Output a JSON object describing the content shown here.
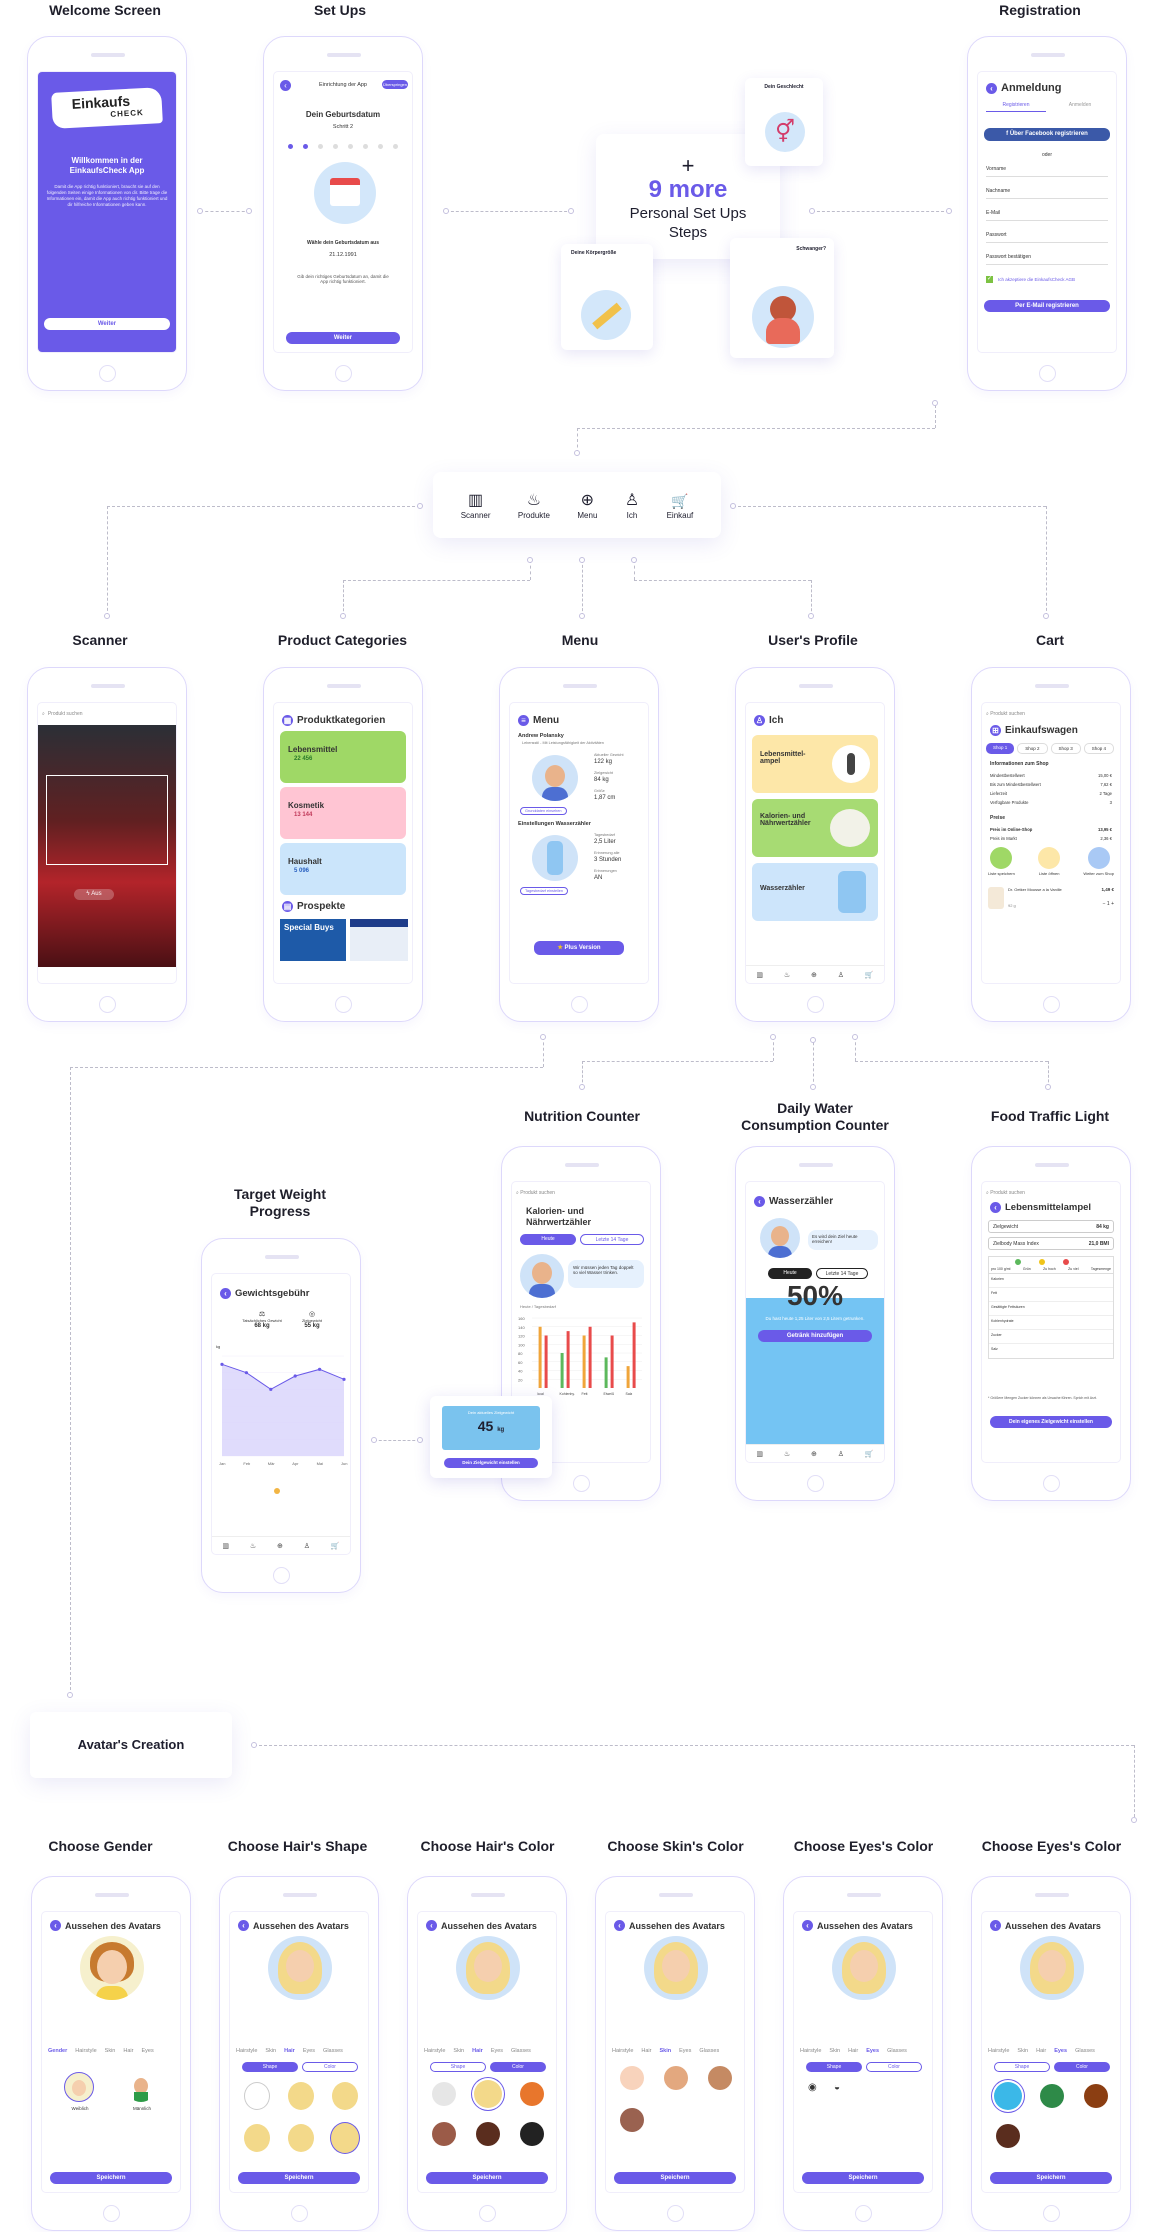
{
  "labels": {
    "welcome": "Welcome Screen",
    "setups": "Set Ups",
    "registration": "Registration",
    "scanner": "Scanner",
    "categories": "Product Categories",
    "menu": "Menu",
    "profile": "User's Profile",
    "cart": "Cart",
    "nutrition": "Nutrition Counter",
    "water": "Daily Water Consumption Counter",
    "traffic": "Food Traffic Light",
    "weight": "Target Weight Progress",
    "avatar_creation": "Avatar's Creation",
    "gender": "Choose Gender",
    "hair_shape": "Choose Hair's Shape",
    "hair_color": "Choose Hair's Color",
    "skin": "Choose Skin's Color",
    "eyes1": "Choose Eyes's Color",
    "eyes2": "Choose Eyes's Color"
  },
  "welcome": {
    "logo_top": "Einkaufs",
    "logo_bottom": "CHECK",
    "title": "Willkommen in der EinkaufsCheck App",
    "body": "Damit die App richtig funktioniert, braucht sie auf den folgenden Seiten einige Informationen von dir. Bitte trage die Informationen ein, damit die App auch richtig funktioniert und dir hilfreiche Informationen geben kann.",
    "button": "Weiter"
  },
  "setup": {
    "header": "Einrichtung der App",
    "skip": "Überspringen",
    "title": "Dein Geburtsdatum",
    "step": "Schritt 2",
    "question": "Wähle dein Geburtsdatum aus",
    "date": "21.12.1991",
    "note": "Gib dein richtiges Geburtsdatum an, damit die App richtig funktioniert.",
    "button": "Weiter"
  },
  "more": {
    "plus": "+",
    "count": "9 more",
    "line1": "Personal Set Ups",
    "line2": "Steps",
    "card1": "Dein Geschlecht",
    "card2": "Deine Körpergröße",
    "card3": "Schwanger?"
  },
  "reg": {
    "title": "Anmeldung",
    "tab1": "Registrieren",
    "tab2": "Anmelden",
    "facebook": "Über Facebook registrieren",
    "or": "oder",
    "f1": "Vorname",
    "f2": "Nachname",
    "f3": "E-Mail",
    "f4": "Passwort",
    "f5": "Passwort bestätigen",
    "agb": "Ich akzeptiere die EinkaufsCheck AGB",
    "button": "Per E-Mail registrieren"
  },
  "nav": {
    "items": [
      {
        "icon": "barcode-icon",
        "label": "Scanner",
        "glyph": "▥"
      },
      {
        "icon": "food-icon",
        "label": "Produkte",
        "glyph": "♨"
      },
      {
        "icon": "plus-circle-icon",
        "label": "Menu",
        "glyph": "⊕"
      },
      {
        "icon": "person-icon",
        "label": "Ich",
        "glyph": "♙"
      },
      {
        "icon": "cart-icon",
        "label": "Einkauf",
        "glyph": "🛒"
      }
    ]
  },
  "scanner": {
    "search": "Produkt suchen",
    "light": "Aus"
  },
  "cats": {
    "title": "Produktkategorien",
    "c1": "Lebensmittel",
    "c1n": "22 456",
    "c2": "Kosmetik",
    "c2n": "13 144",
    "c3": "Haushalt",
    "c3n": "5 096",
    "prospekte": "Prospekte",
    "flyer": "Special Buys"
  },
  "menu": {
    "title": "Menu",
    "name": "Andrew Polansky",
    "sub": "Lebensstil - Mit Leistungsfähigkeit der Aktivitäten",
    "w1": "Aktueller Gewicht",
    "w1v": "122 kg",
    "w2": "Zielgewicht",
    "w2v": "84 kg",
    "w3": "Größe",
    "w3v": "1,87 cm",
    "btn1": "Grunddaten einsehen",
    "water": "Einstellungen Wasserzähler",
    "v1": "Tagesbedarf",
    "v1v": "2,5 Liter",
    "v2": "Erinnerung alle",
    "v2v": "3 Stunden",
    "v3": "Erinnerungen",
    "v3v": "AN",
    "btn2": "Tagesbedarf einstellen",
    "plus": "Plus Version"
  },
  "profile": {
    "title": "Ich",
    "c1": "Lebensmittel-ampel",
    "c2": "Kalorien- und Nährwertzähler",
    "c3": "Wasserzähler"
  },
  "cart": {
    "search": "Produkt suchen",
    "title": "Einkaufswagen",
    "shops": [
      "Shop 1",
      "Shop 2",
      "Shop 3",
      "Shop 4"
    ],
    "info": "Informationen zum Shop",
    "rows": [
      [
        "Mindestbestellwert",
        "15,00 €"
      ],
      [
        "Bis zum Mindestbestellwert",
        "7,62 €"
      ],
      [
        "Lieferzeit",
        "2 Tage"
      ],
      [
        "Verfügbare Produkte",
        "3"
      ]
    ],
    "price": "Preise",
    "p1": "Preis im Online-Shop",
    "p1v": "13,95 €",
    "p2": "Preis im Markt",
    "p2v": "2,36 €",
    "a1": "Liste speichern",
    "a2": "Liste öffnen",
    "a3": "Weiter zum Shop",
    "item": "Dr. Oetker Mousse a la Vanille",
    "qty": "1",
    "grams": "92 g",
    "itemp": "1,49 €"
  },
  "nutri": {
    "search": "Produkt suchen",
    "title": "Kalorien- und Nährwertzähler",
    "t1": "Heute",
    "t2": "Letzte 14 Tage",
    "tip": "Wir müssen jeden Tag doppelt so viel Wasser trinken.",
    "legend": "Heute / Tagesbedarf",
    "yticks": [
      "160",
      "140",
      "120",
      "100",
      "80",
      "60",
      "40",
      "20"
    ],
    "xcats": [
      "kcal",
      "Kohlenhy.",
      "Fett",
      "Eiweiß",
      "Salz"
    ],
    "popup_title": "Dein aktuelles Zielgewicht",
    "popup_val": "45",
    "popup_unit": "kg",
    "popup_btn": "Dein Zielgewicht einstellen"
  },
  "water": {
    "title": "Wasserzähler",
    "tip": "Es wird dein Ziel heute erreichen!",
    "t1": "Heute",
    "t2": "Letzte 14 Tage",
    "percent": "50%",
    "sub": "Du hast heute 1,25 Liter von 2,5 Litern getrunken.",
    "btn": "Getränk hinzufügen"
  },
  "traffic": {
    "search": "Produkt suchen",
    "title": "Lebensmittelampel",
    "r1": "Zielgewicht",
    "r1v": "84 kg",
    "r2": "Zielbody Mass Index",
    "r2v": "21,0 BMI",
    "cols": [
      "pro 100 g/ml",
      "Grün",
      "Zu hoch",
      "Zu viel",
      "Tagesmenge"
    ],
    "rows": [
      "Kalorien",
      "Fett",
      "Gesättigte Fettsäuren",
      "Kohlenhydrate",
      "Zucker",
      "Salz"
    ],
    "note": "* Größere Mengen Zucker können als Ursache führen. Sprich mit Arzt.",
    "btn": "Dein eigenes Zielgewicht einstellen"
  },
  "weight": {
    "title": "Gewichtsgebühr",
    "l1": "Tatsächliches Gewicht",
    "l1v": "68 kg",
    "l2": "Zielgewicht",
    "l2v": "55 kg",
    "ylabel": "kg",
    "months": [
      "Jan",
      "Feb",
      "Mär",
      "Apr",
      "Mai",
      "Jun"
    ]
  },
  "avatar": {
    "title": "Aussehen des Avatars",
    "tabs": [
      "Gender",
      "Hairstyle",
      "Skin",
      "Hair",
      "Eyes",
      "Glasses"
    ],
    "female": "Weiblich",
    "male": "Männlich",
    "shape": "Shape",
    "color": "Color",
    "save": "Speichern"
  },
  "chart_data": {
    "type": "bar",
    "categories": [
      "kcal",
      "Kohlenhy.",
      "Fett",
      "Eiweiß",
      "Salz"
    ],
    "series": [
      {
        "name": "Heute",
        "values": [
          140,
          80,
          120,
          70,
          50
        ]
      },
      {
        "name": "Tagesbedarf",
        "values": [
          120,
          130,
          140,
          120,
          150
        ]
      }
    ],
    "ylim": [
      0,
      160
    ]
  },
  "weight_chart": {
    "type": "line",
    "x": [
      "Jan",
      "Feb",
      "Mär",
      "Apr",
      "Mai",
      "Jun"
    ],
    "values": [
      85,
      80,
      70,
      78,
      82,
      76
    ]
  },
  "colors": {
    "accent": "#6a5ae8",
    "green": "#9bd460",
    "pink": "#ffc3d1",
    "blue": "#cde5fb"
  }
}
